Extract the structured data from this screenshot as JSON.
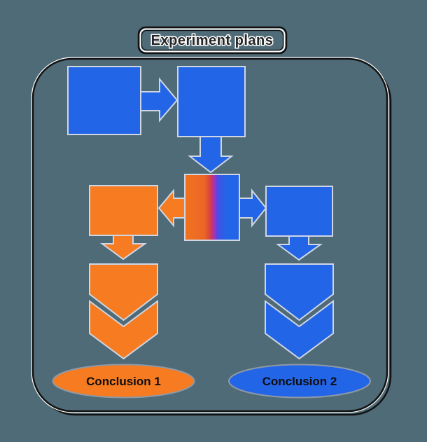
{
  "title": {
    "label": "Experiment plans"
  },
  "colors": {
    "background": "#4F6B77",
    "blue": "#2365E7",
    "orange": "#F67B21",
    "gradient_stops": [
      "#F0741F",
      "#EC6526",
      "#DB4839",
      "#C6336E",
      "#9F36BE",
      "#6741D8",
      "#3A55E6",
      "#2365E7"
    ]
  },
  "flowchart": {
    "left_branch": {
      "conclusion_label": "Conclusion 1"
    },
    "right_branch": {
      "conclusion_label": "Conclusion 2"
    }
  }
}
